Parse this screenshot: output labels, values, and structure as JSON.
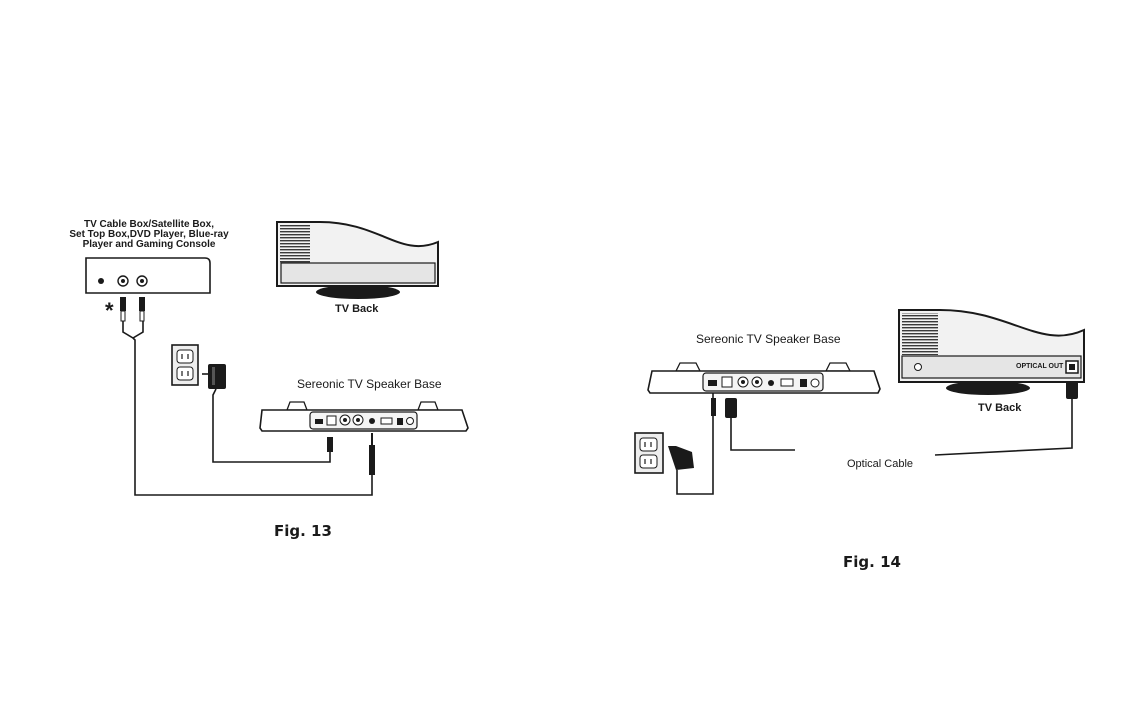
{
  "fig13": {
    "source_label_line1": "TV Cable Box/Satellite Box,",
    "source_label_line2": "Set Top Box,DVD Player, Blue-ray",
    "source_label_line3": "Player and Gaming Console",
    "asterisk": "*",
    "tv_back_label": "TV Back",
    "speaker_base_label": "Sereonic TV Speaker Base",
    "figure_label": "Fig. 13"
  },
  "fig14": {
    "speaker_base_label": "Sereonic TV Speaker Base",
    "tv_back_label": "TV Back",
    "optical_out_label": "OPTICAL OUT",
    "optical_cable_label": "Optical Cable",
    "figure_label_prefix": "Fig.",
    "figure_label_number": "14"
  },
  "colors": {
    "line": "#1a1a1a",
    "device_fill": "#ffffff",
    "tv_fill": "#f2f2f2",
    "panel_fill": "#e8e8e8"
  }
}
